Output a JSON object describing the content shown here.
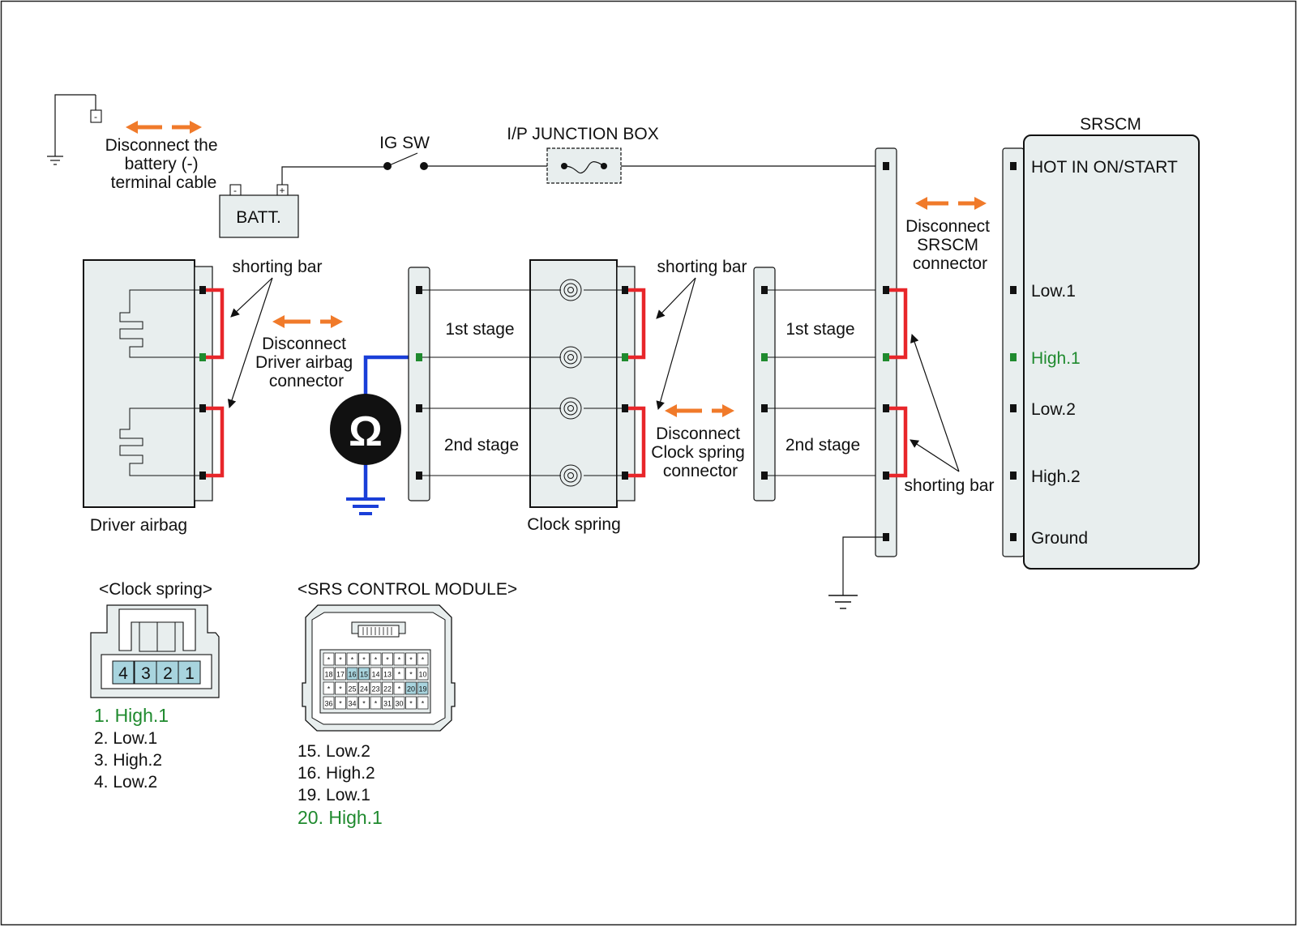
{
  "labels": {
    "battery_disconnect": [
      "Disconnect the",
      "battery (-)",
      "terminal cable"
    ],
    "batt": "BATT.",
    "batt_minus": "-",
    "batt_plus": "+",
    "ground_minus": "-",
    "ig_sw": "IG SW",
    "junction_box": "I/P JUNCTION BOX",
    "srscm_title": "SRSCM",
    "srscm_disconnect": [
      "Disconnect",
      "SRSCM",
      "connector"
    ],
    "shorting_bar": "shorting bar",
    "driver_disconnect": [
      "Disconnect",
      "Driver airbag",
      "connector"
    ],
    "clock_disconnect": [
      "Disconnect",
      "Clock spring",
      "connector"
    ],
    "stage1": "1st stage",
    "stage2": "2nd stage",
    "driver_airbag": "Driver airbag",
    "clock_spring": "Clock spring",
    "ohm": "Ω"
  },
  "srscm_pins": [
    "HOT IN ON/START",
    "Low.1",
    "High.1",
    "Low.2",
    "High.2",
    "Ground"
  ],
  "clock_connector": {
    "title": "<Clock spring>",
    "pins": [
      "4",
      "3",
      "2",
      "1"
    ],
    "legend": [
      "1. High.1",
      "2. Low.1",
      "3. High.2",
      "4. Low.2"
    ]
  },
  "srs_module": {
    "title": "<SRS CONTROL MODULE>",
    "grid": [
      [
        "*",
        "*",
        "*",
        "*",
        "*",
        "*",
        "*",
        "*",
        "*"
      ],
      [
        "18",
        "17",
        "16",
        "15",
        "14",
        "13",
        "*",
        "*",
        "10"
      ],
      [
        "*",
        "*",
        "25",
        "24",
        "23",
        "22",
        "*",
        "20",
        "19"
      ],
      [
        "36",
        "*",
        "34",
        "*",
        "*",
        "31",
        "30",
        "*",
        "*"
      ]
    ],
    "legend": [
      "15. Low.2",
      "16. High.2",
      "19. Low.1",
      "20. High.1"
    ]
  },
  "colors": {
    "shorting_bar": "#e8262a",
    "arrow": "#f07a2a",
    "highlight_green": "#1f8a2e",
    "ohm_wire": "#1a3fd8",
    "module_fill": "#e8eeee",
    "pin_fill": "#a8d4de"
  }
}
